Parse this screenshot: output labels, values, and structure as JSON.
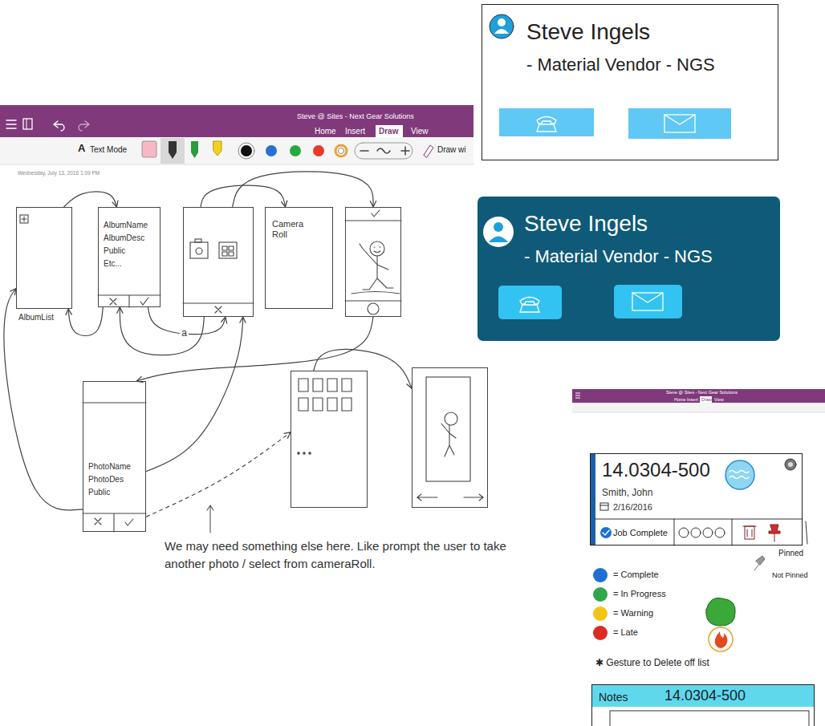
{
  "diagram": {
    "nodes": [
      {
        "text": [
          "AlbumList"
        ]
      },
      {
        "text": [
          "AlbumName",
          "AlbumDesc",
          "Public",
          "Etc..."
        ]
      },
      {
        "text": []
      },
      {
        "text": [
          "Camera Roll"
        ]
      },
      {
        "text": []
      },
      {
        "text": [
          "PhotoName",
          "PhotoDes",
          "Public"
        ]
      },
      {
        "text": []
      },
      {
        "text": []
      },
      {
        "text": [
          "Steve Ingels",
          "- Material Vendor - NGS"
        ]
      },
      {
        "text": [
          "Steve Ingels",
          "- Material Vendor - NGS"
        ]
      },
      {
        "text": [
          "14.0304-500",
          "Smith, John",
          "2/16/2016",
          "Job Complete"
        ]
      },
      {
        "text": [
          "Notes",
          "14.0304-500"
        ]
      }
    ],
    "edges": [
      {
        "from": 0,
        "to": 1,
        "arrow": "to"
      },
      {
        "from": 1,
        "to": 0,
        "arrow": "to"
      },
      {
        "from": 1,
        "to": 2,
        "arrow": "to",
        "label": "a"
      },
      {
        "from": 2,
        "to": 1,
        "arrow": "to"
      },
      {
        "from": 2,
        "to": 3,
        "arrow": "to"
      },
      {
        "from": 2,
        "to": 4,
        "arrow": "to"
      },
      {
        "from": 4,
        "to": 5,
        "arrow": "to"
      },
      {
        "from": 5,
        "to": 0,
        "arrow": "to"
      },
      {
        "from": 5,
        "to": 2,
        "arrow": "to"
      },
      {
        "from": 5,
        "to": 6,
        "arrow": "to"
      },
      {
        "from": 6,
        "to": 7,
        "arrow": "to"
      }
    ],
    "labels": [
      "Steve @ Sites - Next Gear Solutions",
      "Home",
      "Insert",
      "Draw",
      "View",
      "A",
      "Text Mode",
      "Draw wi",
      "Wednesday, July 13, 2016",
      "1:09 PM",
      "We may need something else here. Like prompt the user to take another photo / select from cameraRoll.",
      "Steve @ Sites - Next Gear Solutions",
      "Home",
      "Insert",
      "Draw",
      "View",
      "Pinned",
      "Not Pinned",
      "✱ Gesture to Delete off list"
    ],
    "legend": [
      {
        "text": "= Complete",
        "color": "#1f6fd6"
      },
      {
        "text": "= In Progress",
        "color": "#2fa84a"
      },
      {
        "text": "= Warning",
        "color": "#f2c418"
      },
      {
        "text": "= Late",
        "color": "#dc2b23"
      }
    ]
  }
}
